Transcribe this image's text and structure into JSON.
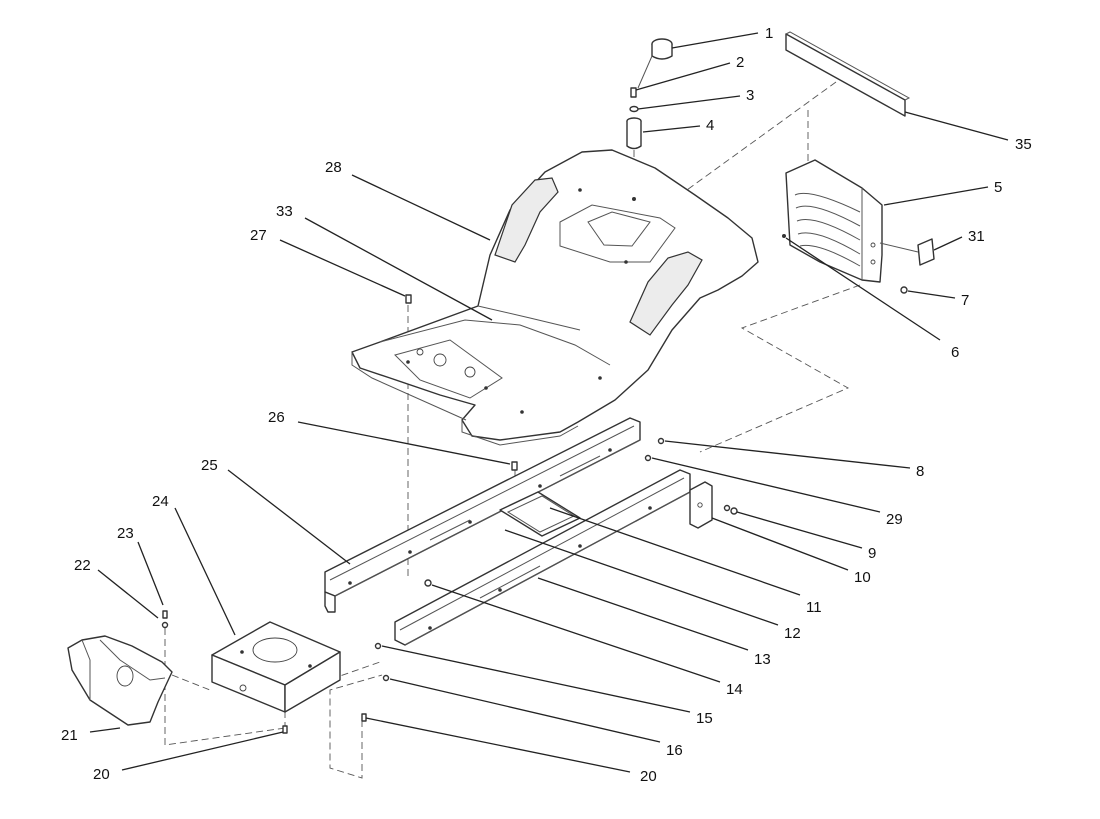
{
  "callouts": [
    {
      "id": "1",
      "label": "1"
    },
    {
      "id": "2",
      "label": "2"
    },
    {
      "id": "3",
      "label": "3"
    },
    {
      "id": "4",
      "label": "4"
    },
    {
      "id": "35",
      "label": "35"
    },
    {
      "id": "5",
      "label": "5"
    },
    {
      "id": "31",
      "label": "31"
    },
    {
      "id": "7",
      "label": "7"
    },
    {
      "id": "6",
      "label": "6"
    },
    {
      "id": "28",
      "label": "28"
    },
    {
      "id": "33",
      "label": "33"
    },
    {
      "id": "27",
      "label": "27"
    },
    {
      "id": "26",
      "label": "26"
    },
    {
      "id": "8",
      "label": "8"
    },
    {
      "id": "29",
      "label": "29"
    },
    {
      "id": "9",
      "label": "9"
    },
    {
      "id": "10",
      "label": "10"
    },
    {
      "id": "25",
      "label": "25"
    },
    {
      "id": "11",
      "label": "11"
    },
    {
      "id": "12",
      "label": "12"
    },
    {
      "id": "13",
      "label": "13"
    },
    {
      "id": "24",
      "label": "24"
    },
    {
      "id": "23",
      "label": "23"
    },
    {
      "id": "22",
      "label": "22"
    },
    {
      "id": "14",
      "label": "14"
    },
    {
      "id": "15",
      "label": "15"
    },
    {
      "id": "16",
      "label": "16"
    },
    {
      "id": "21",
      "label": "21"
    },
    {
      "id": "20a",
      "label": "20"
    },
    {
      "id": "20b",
      "label": "20"
    }
  ]
}
